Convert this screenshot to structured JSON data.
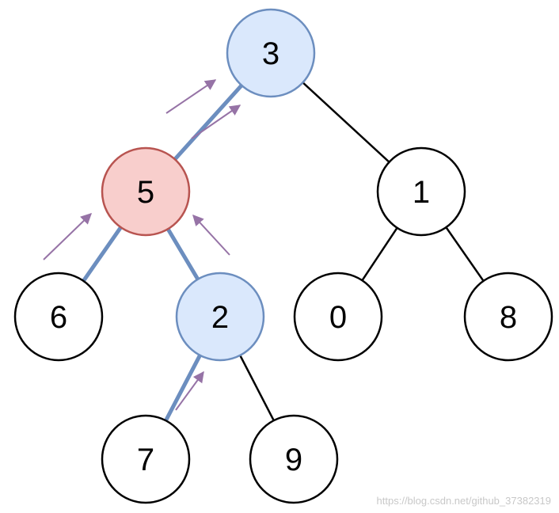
{
  "tree": {
    "nodes": [
      {
        "id": "n3",
        "label": "3",
        "fill": "#dae8fc",
        "stroke": "#6c8ebf"
      },
      {
        "id": "n5",
        "label": "5",
        "fill": "#f8cecc",
        "stroke": "#b85450"
      },
      {
        "id": "n1",
        "label": "1",
        "fill": "#ffffff",
        "stroke": "#000000"
      },
      {
        "id": "n6",
        "label": "6",
        "fill": "#ffffff",
        "stroke": "#000000"
      },
      {
        "id": "n2",
        "label": "2",
        "fill": "#dae8fc",
        "stroke": "#6c8ebf"
      },
      {
        "id": "n0",
        "label": "0",
        "fill": "#ffffff",
        "stroke": "#000000"
      },
      {
        "id": "n8",
        "label": "8",
        "fill": "#ffffff",
        "stroke": "#000000"
      },
      {
        "id": "n7",
        "label": "7",
        "fill": "#ffffff",
        "stroke": "#000000"
      },
      {
        "id": "n9",
        "label": "9",
        "fill": "#ffffff",
        "stroke": "#000000"
      }
    ],
    "edges": [
      {
        "from": "n3",
        "to": "n5",
        "highlight": true
      },
      {
        "from": "n3",
        "to": "n1",
        "highlight": false
      },
      {
        "from": "n5",
        "to": "n6",
        "highlight": true
      },
      {
        "from": "n5",
        "to": "n2",
        "highlight": true
      },
      {
        "from": "n1",
        "to": "n0",
        "highlight": false
      },
      {
        "from": "n1",
        "to": "n8",
        "highlight": false
      },
      {
        "from": "n2",
        "to": "n7",
        "highlight": true
      },
      {
        "from": "n2",
        "to": "n9",
        "highlight": false
      }
    ],
    "colors": {
      "highlight_edge": "#6c8ebf",
      "normal_edge": "#000000",
      "arrow": "#9673a6"
    }
  },
  "watermark": "https://blog.csdn.net/github_37382319"
}
